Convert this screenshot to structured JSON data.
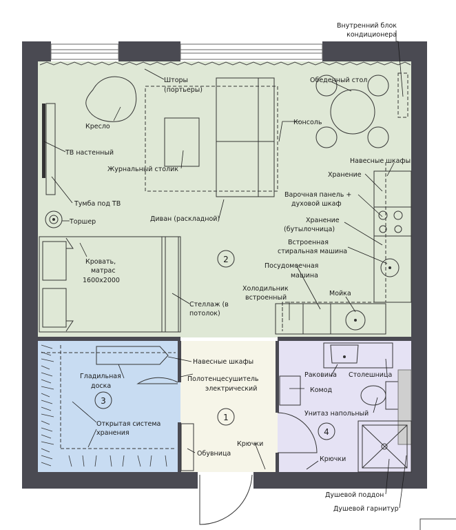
{
  "colors": {
    "room_1": "#f6f5e8",
    "room_2": "#dfe8d6",
    "room_3": "#c8dcf2",
    "room_4": "#e5e2f4",
    "wall": "#4a4a52"
  },
  "rooms": {
    "r1": "1",
    "r2": "2",
    "r3": "3",
    "r4": "4"
  },
  "labels": {
    "ac_unit_1": "Внутренний блок",
    "ac_unit_2": "кондиционера",
    "curtains_1": "Шторы",
    "curtains_2": "(портьеры)",
    "dining_table": "Обеденный стол",
    "armchair": "Кресло",
    "console": "Консоль",
    "tv": "ТВ настенный",
    "wall_cabinets_kitchen": "Навесные шкафы",
    "coffee_table": "Журнальный столик",
    "storage": "Хранение",
    "hob_1": "Варочная панель +",
    "hob_2": "духовой шкаф",
    "tv_stand": "Тумба под ТВ",
    "floor_lamp": "Торшер",
    "sofa": "Диван (раскладной)",
    "storage_bottles_1": "Хранение",
    "storage_bottles_2": "(бутылочница)",
    "washer_1": "Встроенная",
    "washer_2": "стиральная машина",
    "bed_1": "Кровать,",
    "bed_2": "матрас",
    "bed_3": "1600х2000",
    "dishwasher_1": "Посудомоечная",
    "dishwasher_2": "машина",
    "shelving_1": "Стеллаж (в",
    "shelving_2": "потолок)",
    "fridge_1": "Холодильник",
    "fridge_2": "встроенный",
    "sink_kitchen": "Мойка",
    "wall_cabinets_hall": "Навесные шкафы",
    "towel_dryer_1": "Полотенцесушитель",
    "towel_dryer_2": "электрический",
    "ironing_1": "Гладильная",
    "ironing_2": "доска",
    "washbasin": "Раковина",
    "countertop": "Столешница",
    "dresser": "Комод",
    "toilet": "Унитаз напольный",
    "open_storage_1": "Открытая система",
    "open_storage_2": "хранения",
    "hooks_hall": "Крючки",
    "shoe_rack": "Обувница",
    "hooks_bath": "Крючки",
    "shower_tray": "Душевой поддон",
    "shower_set": "Душевой гарнитур"
  }
}
